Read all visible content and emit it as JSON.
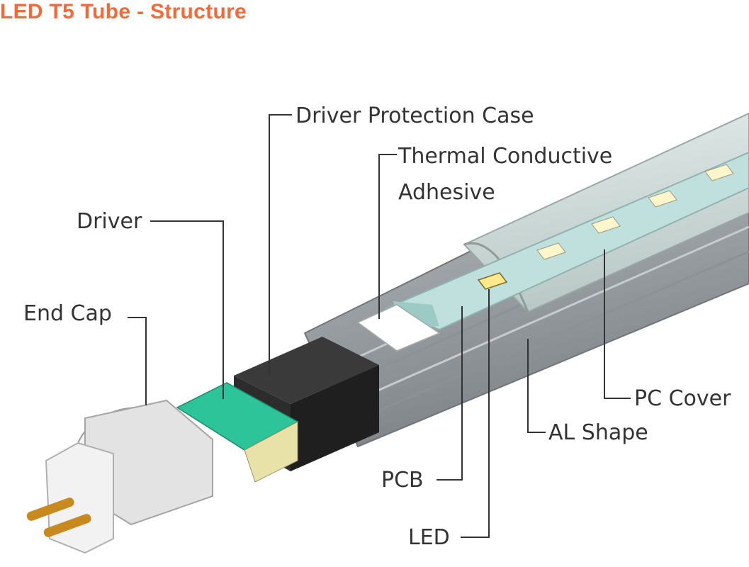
{
  "title": "LED T5 Tube - Structure",
  "labels": {
    "driver_protection_case": "Driver Protection Case",
    "thermal_conductive_line1": "Thermal Conductive",
    "thermal_conductive_line2": "Adhesive",
    "driver": "Driver",
    "end_cap": "End Cap",
    "pc_cover": "PC Cover",
    "al_shape": "AL Shape",
    "pcb": "PCB",
    "led": "LED"
  },
  "colors": {
    "title": "#f36a3a",
    "driver_board": "#2ec49a",
    "protection_case": "#2a2a2a",
    "pcb": "#bfe0dd",
    "led_chip": "#ffe98a",
    "aluminum": "#a9afb3",
    "end_cap": "#ebebeb",
    "pins": "#c88a1e"
  }
}
